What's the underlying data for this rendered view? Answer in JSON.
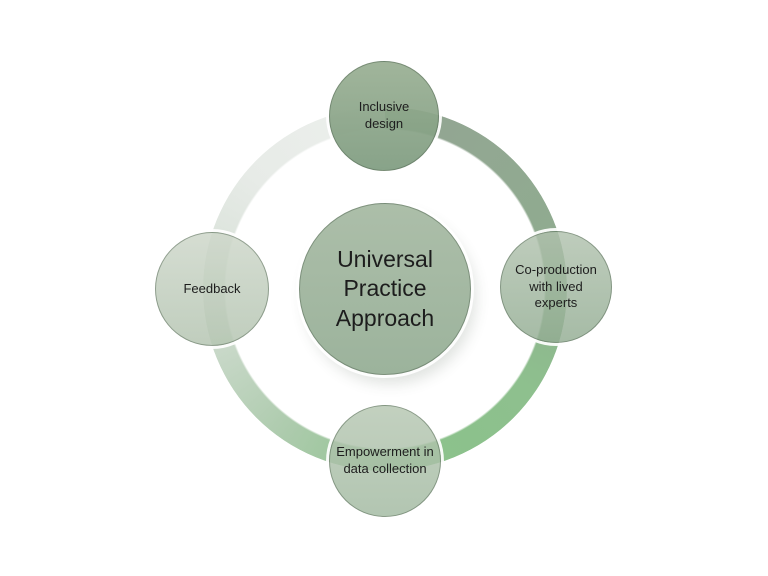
{
  "diagram": {
    "type": "cycle",
    "center": {
      "label": "Universal Practice Approach"
    },
    "nodes": [
      {
        "position": "top",
        "label": "Inclusive design"
      },
      {
        "position": "right",
        "label": "Co-production with lived experts"
      },
      {
        "position": "bottom",
        "label": "Empowerment in data collection"
      },
      {
        "position": "left",
        "label": "Feedback"
      }
    ]
  },
  "theme": {
    "background": "#ffffff",
    "text_color": "#1d1d1d",
    "node_outline": "rgba(82,102,82,0.5)",
    "node_halo": "rgba(255,255,255,0.92)",
    "center_fill_top": "#acbea9",
    "center_fill_bottom": "#9cb39c",
    "top_fill_top": "rgba(153,175,147,0.93)",
    "top_fill_bottom": "rgba(127,156,128,0.93)",
    "right_fill_top": "rgba(176,193,173,0.82)",
    "right_fill_bottom": "rgba(146,172,146,0.82)",
    "bottom_fill_top": "rgba(181,198,177,0.82)",
    "bottom_fill_bottom": "rgba(161,185,160,0.82)",
    "left_fill_top": "rgba(206,215,202,0.85)",
    "left_fill_bottom": "rgba(181,197,178,0.85)",
    "ring_c0": "#93a593",
    "ring_c1": "#90ab90",
    "ring_c2": "#8ec08e",
    "ring_c3": "#8bc28b",
    "ring_c4": "#adcbad",
    "ring_c5": "#d2ddd2",
    "ring_c6": "#e7ebe7",
    "ring_c7": "#ecefec"
  }
}
